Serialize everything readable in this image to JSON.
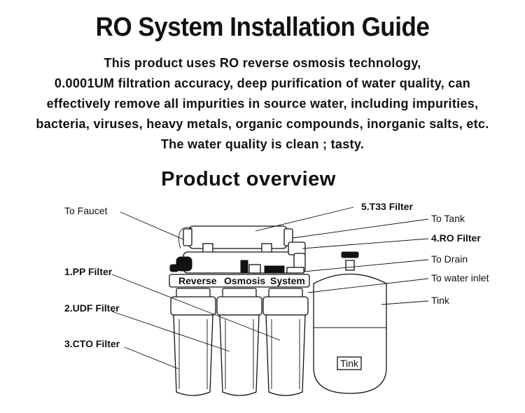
{
  "title": "RO System Installation Guide",
  "intro_lines": [
    "This product uses RO reverse osmosis technology,",
    "0.0001UM filtration accuracy, deep purification of water quality, can",
    "effectively remove all impurities in source water, including impurities,",
    "bacteria, viruses, heavy metals, organic compounds, inorganic salts, etc.",
    "The water quality is clean ; tasty."
  ],
  "subtitle": "Product overview",
  "labels": {
    "to_faucet": "To Faucet",
    "t33_filter": "5.T33 Filter",
    "to_tank": "To Tank",
    "ro_filter": "4.RO Filter",
    "to_drain": "To Drain",
    "to_water_inlet": "To water inlet",
    "tink": "Tink",
    "pp_filter": "1.PP Filter",
    "udf_filter": "2.UDF Filter",
    "cto_filter": "3.CTO Filter"
  },
  "panel_text": {
    "reverse": "Reverse",
    "osmosis": "Osmosis",
    "system": "System"
  },
  "tank_plate": "Tink"
}
